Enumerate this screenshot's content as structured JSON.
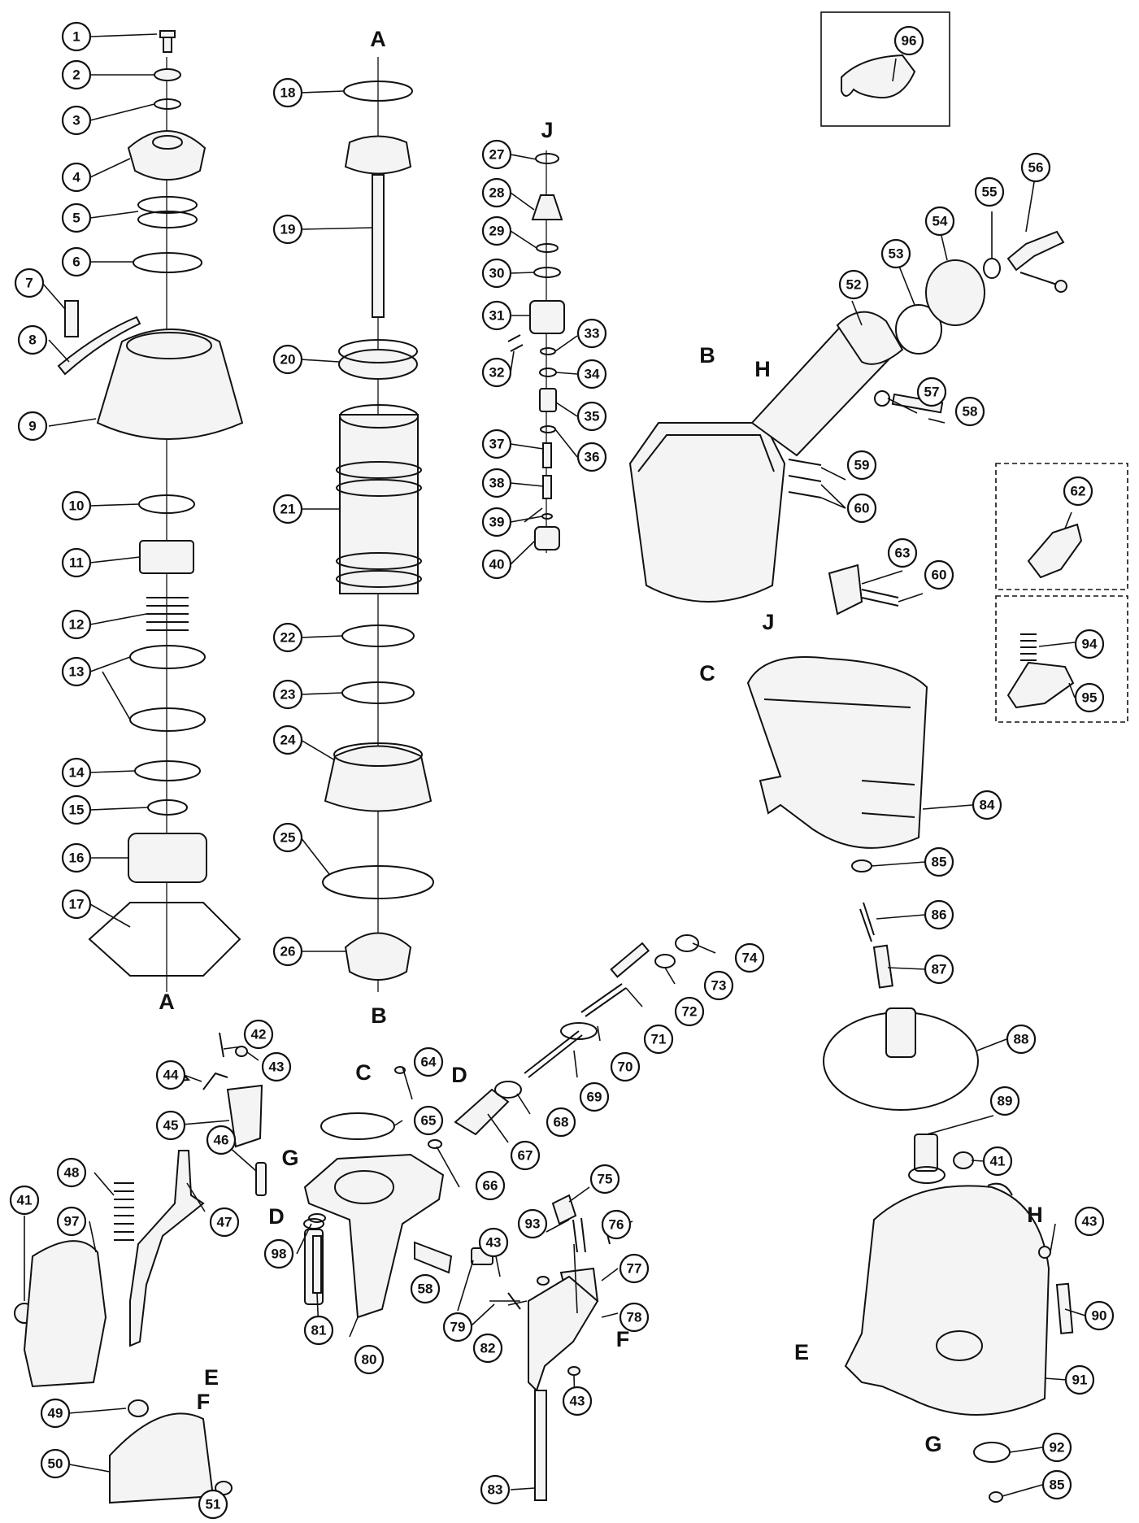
{
  "diagram": {
    "callouts": [
      "1",
      "2",
      "3",
      "4",
      "5",
      "6",
      "7",
      "8",
      "9",
      "10",
      "11",
      "12",
      "13",
      "14",
      "15",
      "16",
      "17",
      "18",
      "19",
      "20",
      "21",
      "22",
      "23",
      "24",
      "25",
      "26",
      "27",
      "28",
      "29",
      "30",
      "31",
      "32",
      "33",
      "34",
      "35",
      "36",
      "37",
      "38",
      "39",
      "40",
      "41",
      "42",
      "43",
      "44",
      "45",
      "46",
      "47",
      "48",
      "49",
      "50",
      "51",
      "52",
      "53",
      "54",
      "55",
      "56",
      "57",
      "58",
      "59",
      "60",
      "62",
      "63",
      "64",
      "65",
      "66",
      "67",
      "68",
      "69",
      "70",
      "71",
      "72",
      "73",
      "74",
      "75",
      "76",
      "77",
      "78",
      "79",
      "80",
      "81",
      "82",
      "83",
      "84",
      "85",
      "86",
      "87",
      "88",
      "89",
      "90",
      "91",
      "92",
      "93",
      "94",
      "95",
      "96",
      "97",
      "98"
    ],
    "reference_letters": [
      "A",
      "B",
      "C",
      "D",
      "E",
      "F",
      "G",
      "H",
      "J"
    ]
  }
}
